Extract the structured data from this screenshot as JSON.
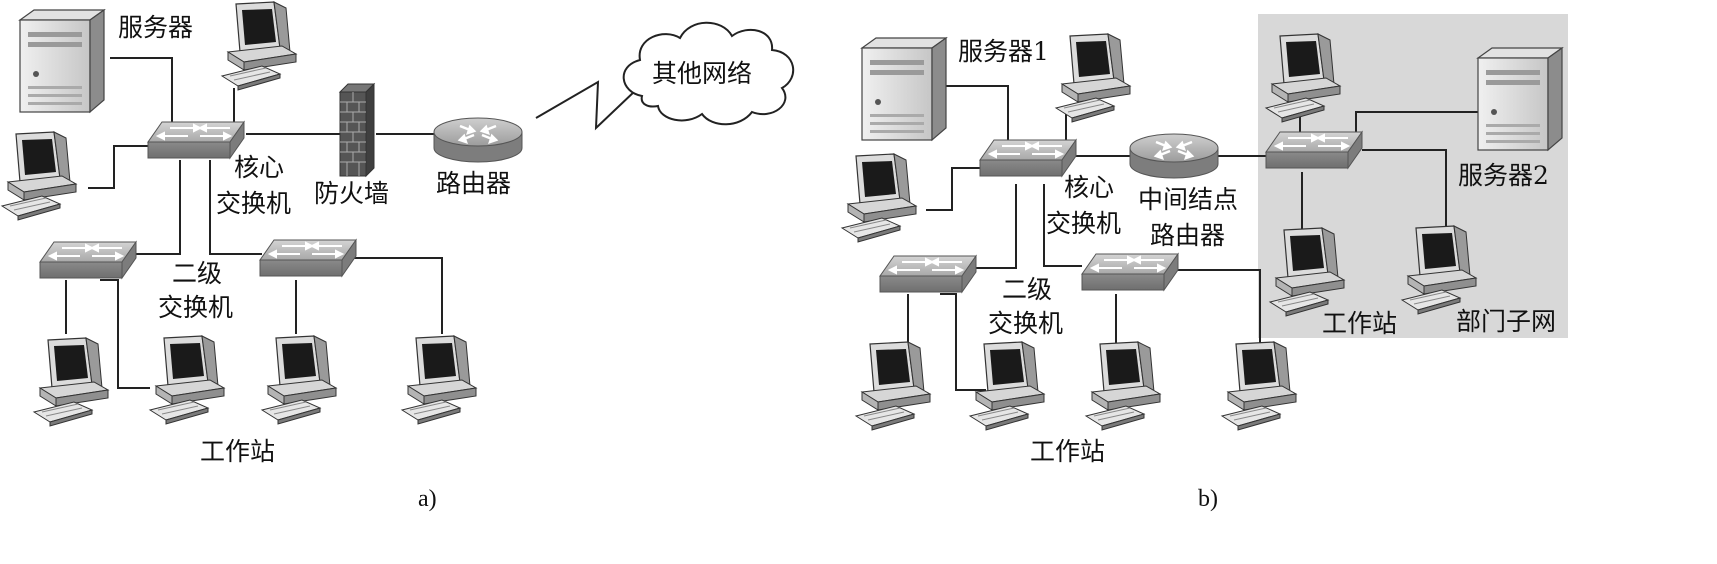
{
  "diagram_a": {
    "caption": "a)",
    "server_label": "服务器",
    "core_switch_label_line1": "核心",
    "core_switch_label_line2": "交换机",
    "firewall_label": "防火墙",
    "router_label": "路由器",
    "cloud_label": "其他网络",
    "secondary_switch_label_line1": "二级",
    "secondary_switch_label_line2": "交换机",
    "workstation_label": "工作站"
  },
  "diagram_b": {
    "caption": "b)",
    "server1_label": "服务器1",
    "core_switch_label_line1": "核心",
    "core_switch_label_line2": "交换机",
    "middle_router_label_line1": "中间结点",
    "middle_router_label_line2": "路由器",
    "server2_label": "服务器2",
    "secondary_switch_label_line1": "二级",
    "secondary_switch_label_line2": "交换机",
    "workstation_label": "工作站",
    "subnet_workstation_label": "工作站",
    "department_subnet_label": "部门子网"
  },
  "colors": {
    "subnet_background": "#d8d8d8",
    "device_gray": "#9a9a9a",
    "line": "#222222"
  }
}
